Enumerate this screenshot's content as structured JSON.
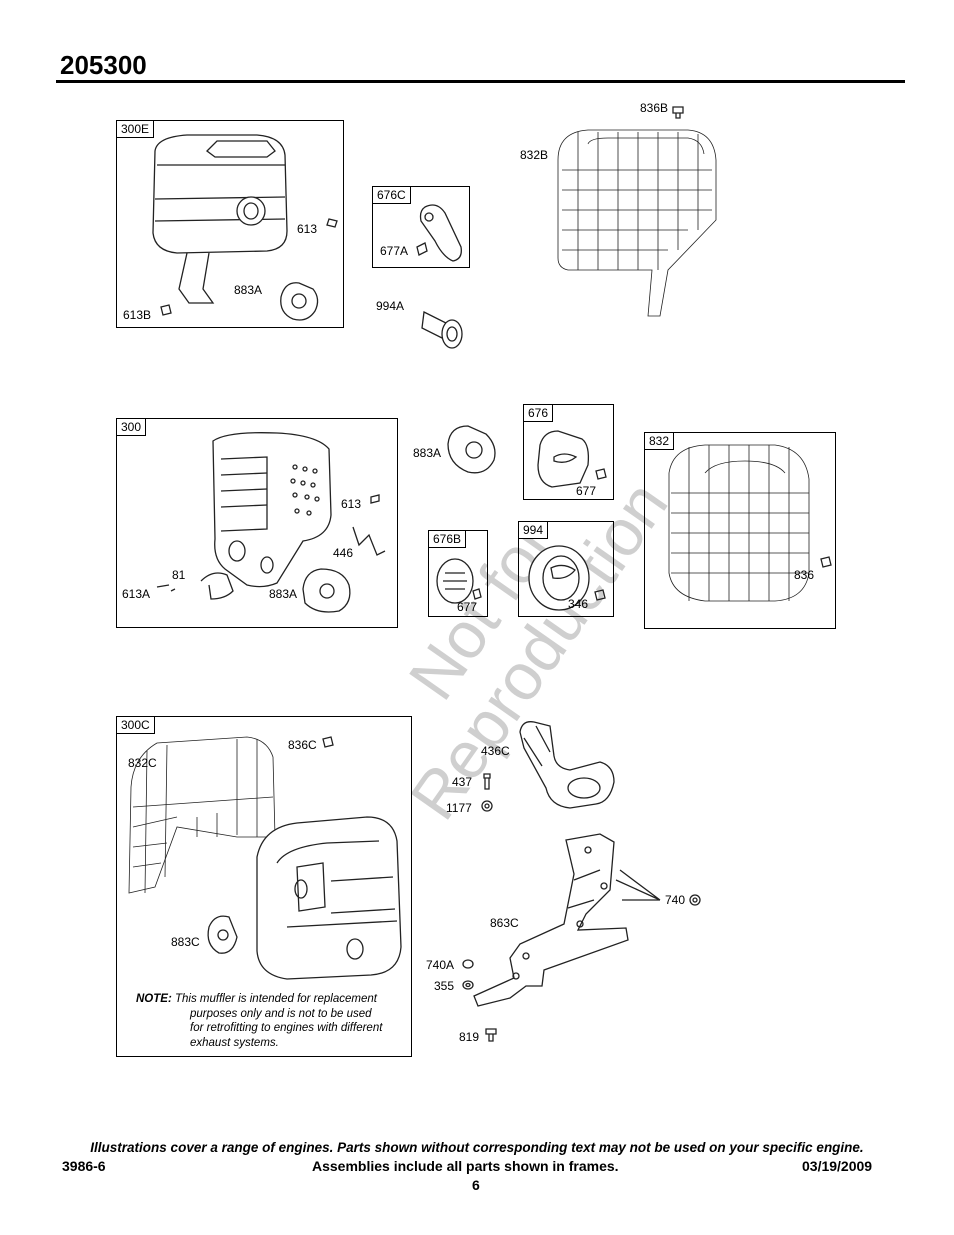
{
  "header": {
    "model": "205300"
  },
  "frames": {
    "f300E": "300E",
    "f676C": "676C",
    "f300": "300",
    "f676": "676",
    "f832": "832",
    "f676B": "676B",
    "f994": "994",
    "f300C": "300C"
  },
  "labels": {
    "l836B": "836B",
    "l832B": "832B",
    "l613a": "613",
    "l883Aa": "883A",
    "l613B": "613B",
    "l677A": "677A",
    "l994A": "994A",
    "l883Ab": "883A",
    "l613b": "613",
    "l446": "446",
    "l81": "81",
    "l613A": "613A",
    "l883Ac": "883A",
    "l677a": "677",
    "l677b": "677",
    "l346": "346",
    "l836": "836",
    "l836C": "836C",
    "l832C": "832C",
    "l883C": "883C",
    "l436C": "436C",
    "l437": "437",
    "l1177": "1177",
    "l740": "740",
    "l863C": "863C",
    "l740A": "740A",
    "l355": "355",
    "l819": "819"
  },
  "note": {
    "prefix": "NOTE:",
    "line1": "This muffler is intended for replacement",
    "line2": "purposes only and is not to be used",
    "line3": "for retrofitting to engines with different",
    "line4": "exhaust systems."
  },
  "watermark": {
    "line1": "Not for",
    "line2": "Reproduction"
  },
  "footer": {
    "disclaimer": "Illustrations cover a range of engines. Parts shown without corresponding text may not be used on your specific engine.",
    "doc_number": "3986-6",
    "assemblies": "Assemblies include all parts shown in frames.",
    "date": "03/19/2009",
    "page": "6"
  }
}
